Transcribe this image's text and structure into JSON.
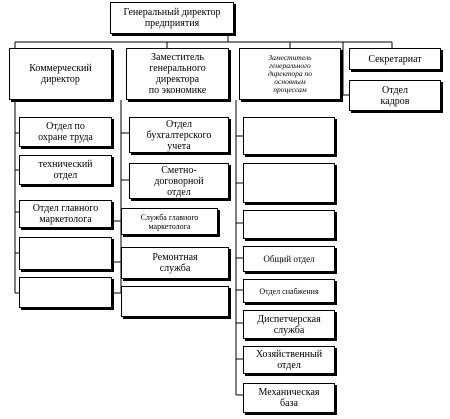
{
  "org_chart": {
    "ceo": "Генеральный директор\nпредприятия",
    "commercial_director": "Коммерческий\nдиректор",
    "deputy_economics": "Заместитель\nгенерального\nдиректора\nпо экономике",
    "deputy_processes": "Заместитель\nгенерального\nдиректора по\nосновным\nпроцессам",
    "secretariat": "Секретариат",
    "hr_department": "Отдел\nкадров",
    "labor_protection": "Отдел по\nохране труда",
    "technical_department": "технический\nотдел",
    "chief_marketer_department": "Отдел главного\nмаркетолога",
    "accounting_department": "Отдел\nбухгалтерского\nучета",
    "estimate_department": "Сметно-\nдоговорной\nотдел",
    "chief_marketer_service": "Служба главного\nмаркетолога",
    "repair_service": "Ремонтная\nслужба",
    "general_department": "Общий отдел",
    "supply_department": "Отдел снабжения",
    "dispatch_service": "Диспетчерская\nслужба",
    "household_department": "Хозяйственный\nотдел",
    "mechanical_base": "Механическая\nбаза"
  }
}
